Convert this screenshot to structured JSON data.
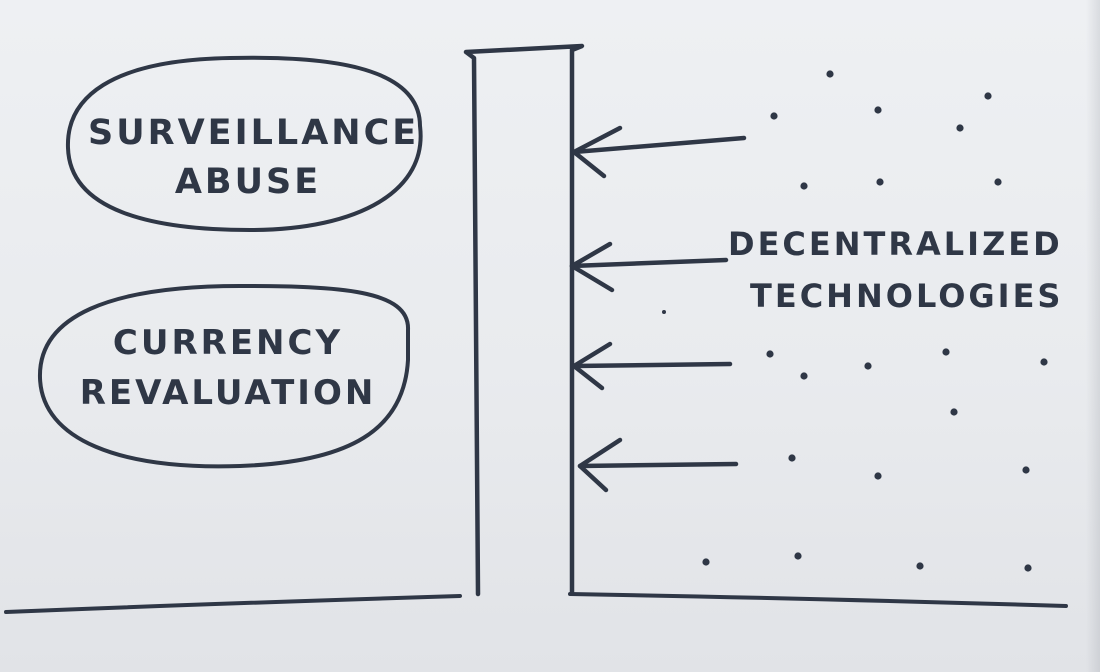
{
  "labels": {
    "surveillance": [
      "Surveillance",
      "Abuse"
    ],
    "currency": [
      "Currency",
      "Revaluation"
    ],
    "decentralized": [
      "Decentralized",
      "Technologies"
    ]
  },
  "colors": {
    "ink": "#2f3746",
    "paper": "#eceef1"
  },
  "icons": {
    "arrow": "left-arrow-icon",
    "dot": "dot-icon"
  }
}
